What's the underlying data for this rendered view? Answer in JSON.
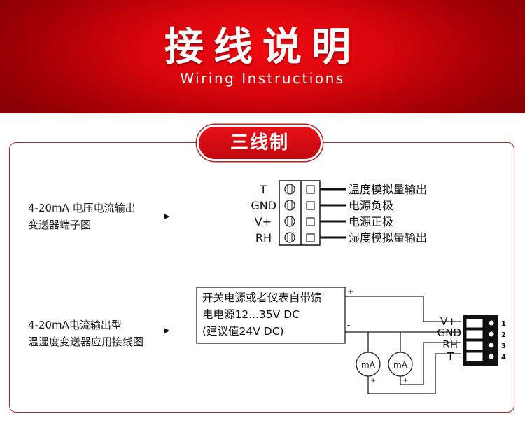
{
  "header": {
    "title": "接线说明",
    "subtitle": "Wiring Instructions"
  },
  "section": {
    "title": "三线制"
  },
  "diagram1": {
    "description_lines": [
      "4-20mA 电压电流输出",
      "变送器端子图"
    ],
    "terminal_labels": [
      "T",
      "GND",
      "V+",
      "RH"
    ],
    "output_labels": [
      "温度模拟量输出",
      "电源负极",
      "电源正极",
      "湿度模拟量输出"
    ]
  },
  "diagram2": {
    "description_lines": [
      "4-20mA电流输出型",
      "温湿度变送器应用接线图"
    ],
    "power_box_lines": [
      "开关电源或者仪表自带馈",
      "电电源12...35V DC",
      "(建议值24V DC)"
    ],
    "plus_sign": "+",
    "minus_sign": "-",
    "meter_label": "mA",
    "terminal_labels": [
      "V+",
      "GND",
      "RH",
      "T"
    ],
    "pin_numbers": [
      "1",
      "2",
      "3",
      "4"
    ]
  }
}
